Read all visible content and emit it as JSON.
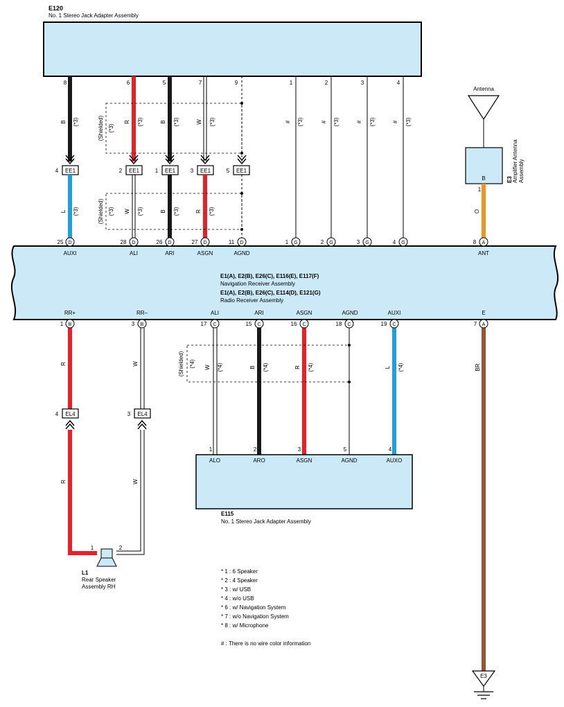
{
  "e120": {
    "id": "E120",
    "name": "No. 1 Stereo Jack Adapter Assembly"
  },
  "e115": {
    "id": "E115",
    "name": "No. 1 Stereo Jack Adapter Assembly"
  },
  "receiver": {
    "line1": "E1(A), E2(B), E26(C), E116(E), E117(F)",
    "line2": "Navigation Receiver Assembly",
    "line3": "E1(A), E2(B), E26(C), E114(D), E121(G)",
    "line4": "Radio Receiver Assembly"
  },
  "antenna": {
    "label": "Antenna",
    "amp_id": "E3",
    "amp_name1": "Amplifier Antenna",
    "amp_name2": "Assembly",
    "amp_pin": "B",
    "amp_pin_num": "1",
    "wire_color": "O"
  },
  "speaker": {
    "id": "L1",
    "name1": "Rear Speaker",
    "name2": "Assembly RH",
    "pin1": "1",
    "pin2": "2"
  },
  "ground": {
    "id": "E3",
    "color_code": "BR",
    "terminal": "E"
  },
  "top_pins": [
    {
      "num": "8",
      "color": "B",
      "note": "(*3)"
    },
    {
      "num": "6",
      "color": "R",
      "note": "(*3)"
    },
    {
      "num": "5",
      "color": "B",
      "note": "(*3)"
    },
    {
      "num": "7",
      "color": "W",
      "note": "(*3)"
    },
    {
      "num": "9",
      "color": "",
      "note": ""
    },
    {
      "num": "1",
      "color": "#",
      "note": "(*3)"
    },
    {
      "num": "2",
      "color": "#",
      "note": "(*3)"
    },
    {
      "num": "3",
      "color": "#",
      "note": "(*3)"
    },
    {
      "num": "4",
      "color": "#",
      "note": "(*3)"
    }
  ],
  "ee1": [
    {
      "num": "4",
      "label": "EE1"
    },
    {
      "num": "2",
      "label": "EE1"
    },
    {
      "num": "1",
      "label": "EE1"
    },
    {
      "num": "3",
      "label": "EE1"
    },
    {
      "num": "5",
      "label": "EE1"
    }
  ],
  "mid_wires": [
    {
      "color": "L",
      "note": "(*3)"
    },
    {
      "color": "W",
      "note": "(*3)"
    },
    {
      "color": "B",
      "note": "(*3)"
    },
    {
      "color": "R",
      "note": "(*3)"
    }
  ],
  "shielded": "(Shielded)",
  "shield_note_top": "(*3)",
  "shield_note_bottom": "(*4)",
  "receiver_top_terms": [
    {
      "num": "25",
      "conn": "D",
      "name": "AUXI"
    },
    {
      "num": "28",
      "conn": "D",
      "name": "ALI"
    },
    {
      "num": "26",
      "conn": "D",
      "name": "ARI"
    },
    {
      "num": "27",
      "conn": "D",
      "name": "ASGN"
    },
    {
      "num": "11",
      "conn": "D",
      "name": "AGND"
    },
    {
      "num": "1",
      "conn": "G",
      "name": ""
    },
    {
      "num": "2",
      "conn": "G",
      "name": ""
    },
    {
      "num": "3",
      "conn": "G",
      "name": ""
    },
    {
      "num": "4",
      "conn": "G",
      "name": ""
    },
    {
      "num": "8",
      "conn": "A",
      "name": "ANT"
    }
  ],
  "receiver_bottom_terms": [
    {
      "num": "1",
      "conn": "B",
      "name": "RR+"
    },
    {
      "num": "3",
      "conn": "B",
      "name": "RR–"
    },
    {
      "num": "17",
      "conn": "C",
      "name": "ALI"
    },
    {
      "num": "15",
      "conn": "C",
      "name": "ARI"
    },
    {
      "num": "16",
      "conn": "C",
      "name": "ASGN"
    },
    {
      "num": "18",
      "conn": "C",
      "name": "AGND"
    },
    {
      "num": "19",
      "conn": "C",
      "name": "AUXI"
    },
    {
      "num": "7",
      "conn": "A",
      "name": "E"
    }
  ],
  "lower_wires": [
    {
      "color": "R",
      "note": ""
    },
    {
      "color": "W",
      "note": ""
    },
    {
      "color": "W",
      "note": "(*4)"
    },
    {
      "color": "B",
      "note": "(*4)"
    },
    {
      "color": "R",
      "note": "(*4)"
    },
    {
      "color": "L",
      "note": "(*4)"
    },
    {
      "color": "BR",
      "note": ""
    }
  ],
  "el4": [
    {
      "num": "4",
      "label": "EL4"
    },
    {
      "num": "3",
      "label": "EL4"
    }
  ],
  "speaker_wires": [
    {
      "color": "R"
    },
    {
      "color": "W"
    }
  ],
  "e115_pins": [
    {
      "num": "1",
      "name": "ALO"
    },
    {
      "num": "2",
      "name": "ARO"
    },
    {
      "num": "3",
      "name": "ASGN"
    },
    {
      "num": "5",
      "name": "AGND"
    },
    {
      "num": "4",
      "name": "AUXO"
    }
  ],
  "notes": [
    "* 1 : 6 Speaker",
    "* 2 : 4 Speaker",
    "* 3 : w/ USB",
    "* 4 : w/o USB",
    "* 6 : w/ Navigation System",
    "* 7 : w/o Navigation System",
    "* 8 : w/ Microphone"
  ],
  "hash_note": "# : There is no wire color information",
  "colors": {
    "red": "#e8202a",
    "black": "#1a1a1a",
    "blue": "#1ea0dc",
    "orange": "#f0961e",
    "brown": "#a0522d",
    "box": "#cce9f7"
  }
}
